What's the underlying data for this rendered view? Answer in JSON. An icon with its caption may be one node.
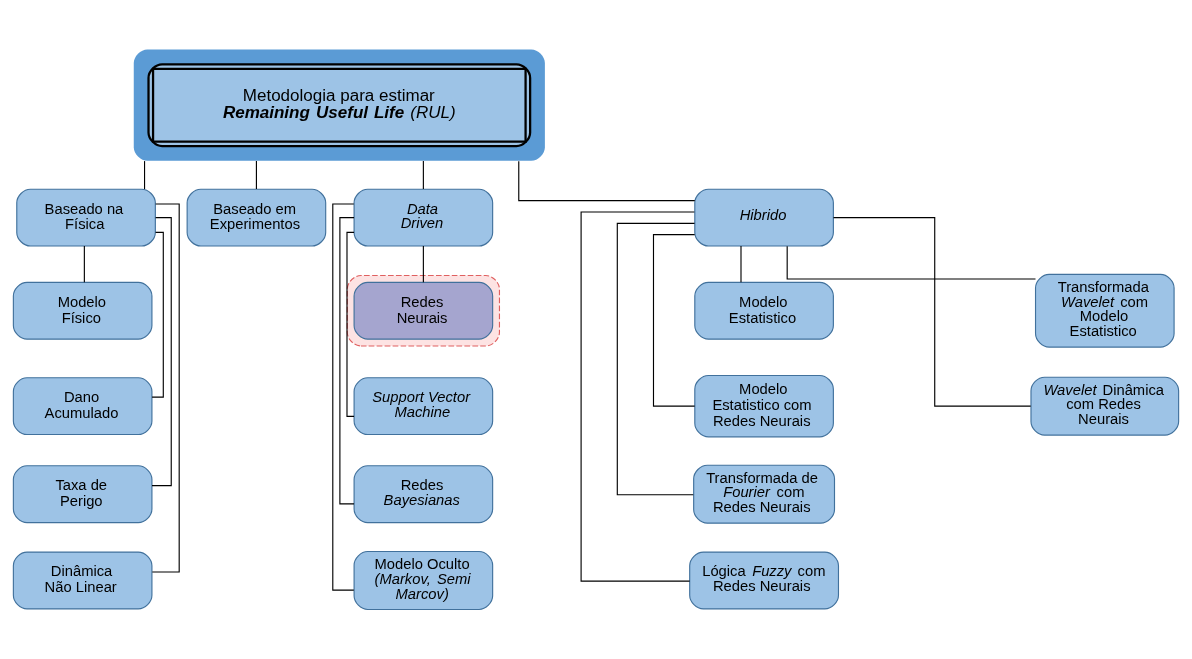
{
  "diagram": {
    "nodes": [
      {
        "text": [
          "Metodologia para estimar **Remaining Useful Life** *(RUL)*"
        ]
      },
      {
        "text": [
          "Baseado na Física"
        ]
      },
      {
        "text": [
          "Baseado em Experimentos"
        ]
      },
      {
        "text": [
          "Data Driven"
        ]
      },
      {
        "text": [
          "Hibrido"
        ]
      },
      {
        "text": [
          "Modelo Físico"
        ]
      },
      {
        "text": [
          "Dano Acumulado"
        ]
      },
      {
        "text": [
          "Taxa de Perigo"
        ]
      },
      {
        "text": [
          "Dinâmica Não Linear"
        ]
      },
      {
        "text": [],
        "shape": "box"
      },
      {
        "text": [
          "Redes Neurais"
        ],
        "in": 9
      },
      {
        "text": [
          "Support Vector Machine"
        ]
      },
      {
        "text": [
          "Redes *Bayesianas*"
        ]
      },
      {
        "text": [
          "Modelo Oculto *(Markov, Semi Marcov)*"
        ]
      },
      {
        "text": [
          "Modelo Estatistico"
        ]
      },
      {
        "text": [
          "Modelo Estatistico com Redes Neurais"
        ]
      },
      {
        "text": [
          "Transformada de *Fourier* com Redes Neurais"
        ]
      },
      {
        "text": [
          "Lógica *Fuzzy* com Redes Neurais"
        ]
      },
      {
        "text": [
          "Transformada *Wavelet* com Modelo Estatistico"
        ]
      },
      {
        "text": [
          "*Wavelet* Dinâmica com Redes Neurais"
        ]
      }
    ],
    "edges": [
      {
        "from": 0,
        "to": 1,
        "arrow": "none"
      },
      {
        "from": 0,
        "to": 2,
        "arrow": "none"
      },
      {
        "from": 0,
        "to": 3,
        "arrow": "none"
      },
      {
        "from": 0,
        "to": 4,
        "arrow": "none"
      },
      {
        "from": 1,
        "to": 5,
        "arrow": "none"
      },
      {
        "from": 1,
        "to": 6,
        "arrow": "none"
      },
      {
        "from": 1,
        "to": 7,
        "arrow": "none"
      },
      {
        "from": 1,
        "to": 8,
        "arrow": "none"
      },
      {
        "from": 3,
        "to": 10,
        "arrow": "none"
      },
      {
        "from": 3,
        "to": 11,
        "arrow": "none"
      },
      {
        "from": 3,
        "to": 12,
        "arrow": "none"
      },
      {
        "from": 3,
        "to": 13,
        "arrow": "none"
      },
      {
        "from": 4,
        "to": 14,
        "arrow": "none"
      },
      {
        "from": 4,
        "to": 15,
        "arrow": "none"
      },
      {
        "from": 4,
        "to": 16,
        "arrow": "none"
      },
      {
        "from": 4,
        "to": 17,
        "arrow": "none"
      },
      {
        "from": 4,
        "to": 18,
        "arrow": "none"
      },
      {
        "from": 4,
        "to": 19,
        "arrow": "none"
      }
    ]
  }
}
